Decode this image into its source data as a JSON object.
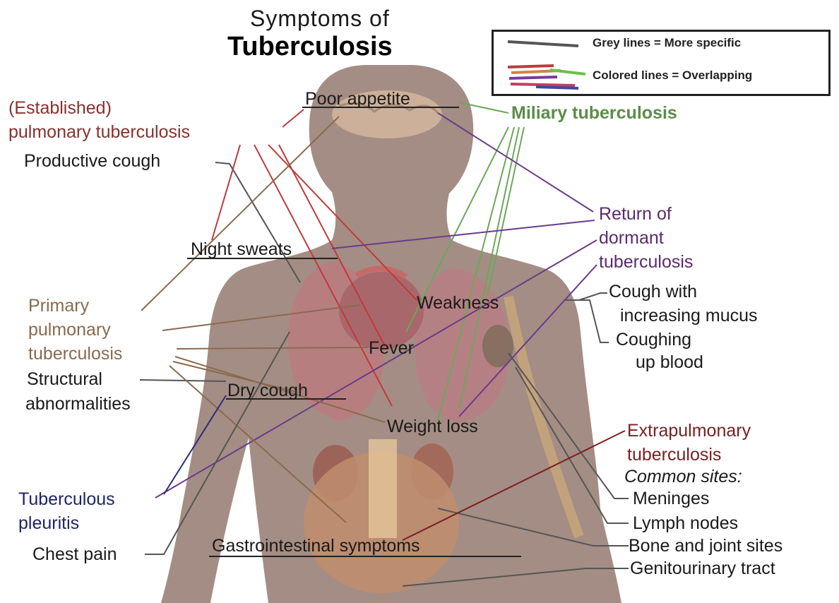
{
  "title": {
    "line1": "Symptoms of",
    "line2": "Tuberculosis"
  },
  "legend": {
    "grey": "Grey lines = More specific",
    "colored": "Colored lines = Overlapping"
  },
  "categories": {
    "established": {
      "line1": "(Established)",
      "line2": "pulmonary tuberculosis",
      "color": "#8b2f2f"
    },
    "miliary": {
      "text": "Miliary tuberculosis",
      "color": "#5b8c4a"
    },
    "return": {
      "line1": "Return of",
      "line2": "dormant",
      "line3": "tuberculosis",
      "color": "#5c2a6e"
    },
    "primary": {
      "line1": "Primary",
      "line2": "pulmonary",
      "line3": "tuberculosis",
      "color": "#8a6a4e"
    },
    "pleuritis": {
      "line1": "Tuberculous",
      "line2": "pleuritis",
      "color": "#1f2466"
    },
    "extrapulmonary": {
      "line1": "Extrapulmonary",
      "line2": "tuberculosis",
      "common": "Common sites:",
      "color": "#7a2020"
    }
  },
  "symptoms": {
    "poor_appetite": "Poor appetite",
    "productive_cough": "Productive cough",
    "night_sweats": "Night sweats",
    "weakness": "Weakness",
    "fever": "Fever",
    "structural_line1": "Structural",
    "structural_line2": "abnormalities",
    "dry_cough": "Dry cough",
    "weight_loss": "Weight loss",
    "cough_mucus_line1": "Cough with",
    "cough_mucus_line2": "increasing mucus",
    "coughing_blood_line1": "Coughing",
    "coughing_blood_line2": "up blood",
    "chest_pain": "Chest pain",
    "gi": "Gastrointestinal symptoms"
  },
  "sites": {
    "meninges": "Meninges",
    "lymph": "Lymph nodes",
    "bone": "Bone and joint sites",
    "genito": "Genitourinary tract"
  }
}
